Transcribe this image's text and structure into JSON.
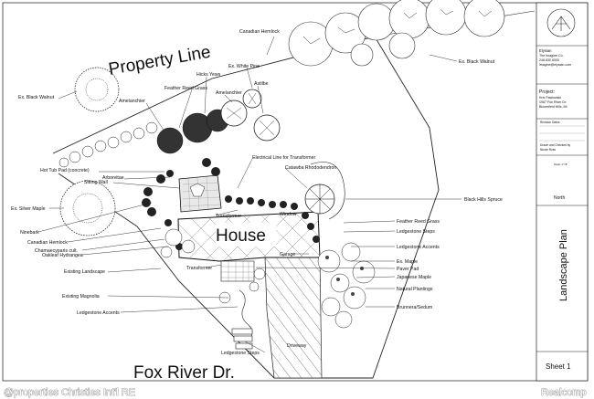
{
  "big_labels": {
    "property_line": "Property Line",
    "house": "House",
    "street": "Fox River Dr."
  },
  "labels": {
    "canadian_hemlock_top": "Canadian Hemlock",
    "ex_black_walnut_right": "Ex. Black Walnut",
    "ex_white_pine": "Ex. White Pine",
    "hicks_yews": "Hicks Yews",
    "feather_reed_grass_top": "Feather Reed Grass",
    "astilbe": "Astilbe",
    "amelanchier_1": "Amelanchier",
    "ex_black_walnut_left": "Ex. Black Walnut",
    "amelanchier_2": "Amelanchier",
    "electrical_line": "Electrical Line for Transformer",
    "catawba_rhododendron": "Catawba Rhododendron",
    "hot_tub_pad": "Hot Tub Pad (concrete)",
    "arborvitae": "Arborvitae",
    "sitting_wall": "Sitting Wall",
    "black_hills_spruce": "Black Hills Spruce",
    "ex_silver_maple": "Ex. Silver Maple",
    "transformer_top": "Transformer",
    "window": "Window",
    "feather_reed_grass_right": "Feather Reed Grass",
    "ninebark": "Ninebark",
    "ledgestone_steps_right": "Ledgestone Steps",
    "canadian_hemlock_left": "Canadian Hemlock",
    "ledgestone_accents_right": "Ledgestone Accents",
    "chamaecyparis": "Chamaecyparis cult.",
    "oakleaf_hydrangea": "Oakleaf Hydrangea",
    "garage": "Garage",
    "ex_maple": "Ex. Maple",
    "existing_landscape": "Existing Landscape",
    "transformer_bottom": "Transformer",
    "paver_pad": "Paver Pad",
    "japanese_maple": "Japanese Maple",
    "natural_plantings": "Natural Plantings",
    "existing_magnolia": "Existing Magnolia",
    "brunnera_sedum": "Brunnera/Sedum",
    "ledgestone_accents_left": "Ledgestone Accents",
    "ledgestone_steps_bottom": "Ledgestone Steps",
    "driveway": "Driveway"
  },
  "title_block": {
    "company": "Elysian",
    "company_lines": [
      "The Imagine Co.",
      "248.830.5000",
      "imagine@elysian.com"
    ],
    "project_label": "Project:",
    "project_lines": [
      "Kris Pawlowski",
      "1987 Fox River Dr.",
      "Bloomfield Hills, MI"
    ],
    "revision_label": "Revision Dates",
    "drawn_lines": [
      "Drawn and Checked by",
      "Nicole Ross"
    ],
    "scale": "Scale: 1\"=8'",
    "north": "North",
    "plan_title": "Landscape Plan",
    "sheet": "Sheet 1"
  },
  "watermark": {
    "left": "@properties Christies Int'l RE",
    "right": "Realcomp"
  }
}
